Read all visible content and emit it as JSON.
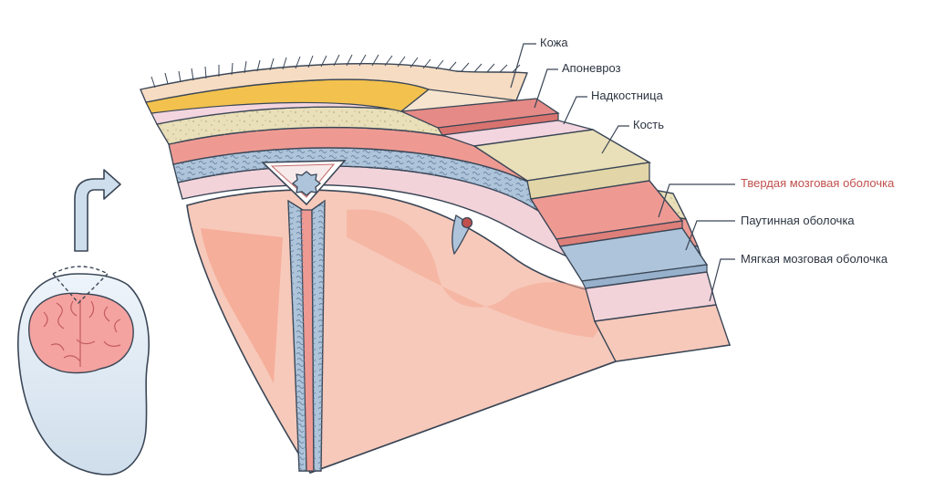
{
  "labels": {
    "skin": "Кожа",
    "aponeurosis": "Апоневроз",
    "periosteum": "Надкостница",
    "bone": "Кость",
    "dura": "Твердая мозговая оболочка",
    "arachnoid": "Паутинная оболочка",
    "pia": "Мягкая мозговая оболочка"
  },
  "colors": {
    "label_default": "#2b3440",
    "label_highlight": "#c0504d",
    "outline": "#3a4656",
    "skin": "#f6dcc2",
    "fat": "#f2c14e",
    "aponeurosis": "#e58a86",
    "periosteum": "#f3d5df",
    "bone": "#e9dfb9",
    "bone_speckle": "#b9a77a",
    "dura": "#ee9a93",
    "arachnoid": "#aec4da",
    "pia": "#f2d3da",
    "brain": "#f7c9ba",
    "brain_deep": "#f4a892",
    "head": "#dde8f2"
  },
  "icons": {
    "arrow": "curved-arrow-icon",
    "head": "head-outline-icon",
    "brain": "brain-icon",
    "vessel": "blood-vessel-icon",
    "sinus": "venous-sinus-icon"
  }
}
